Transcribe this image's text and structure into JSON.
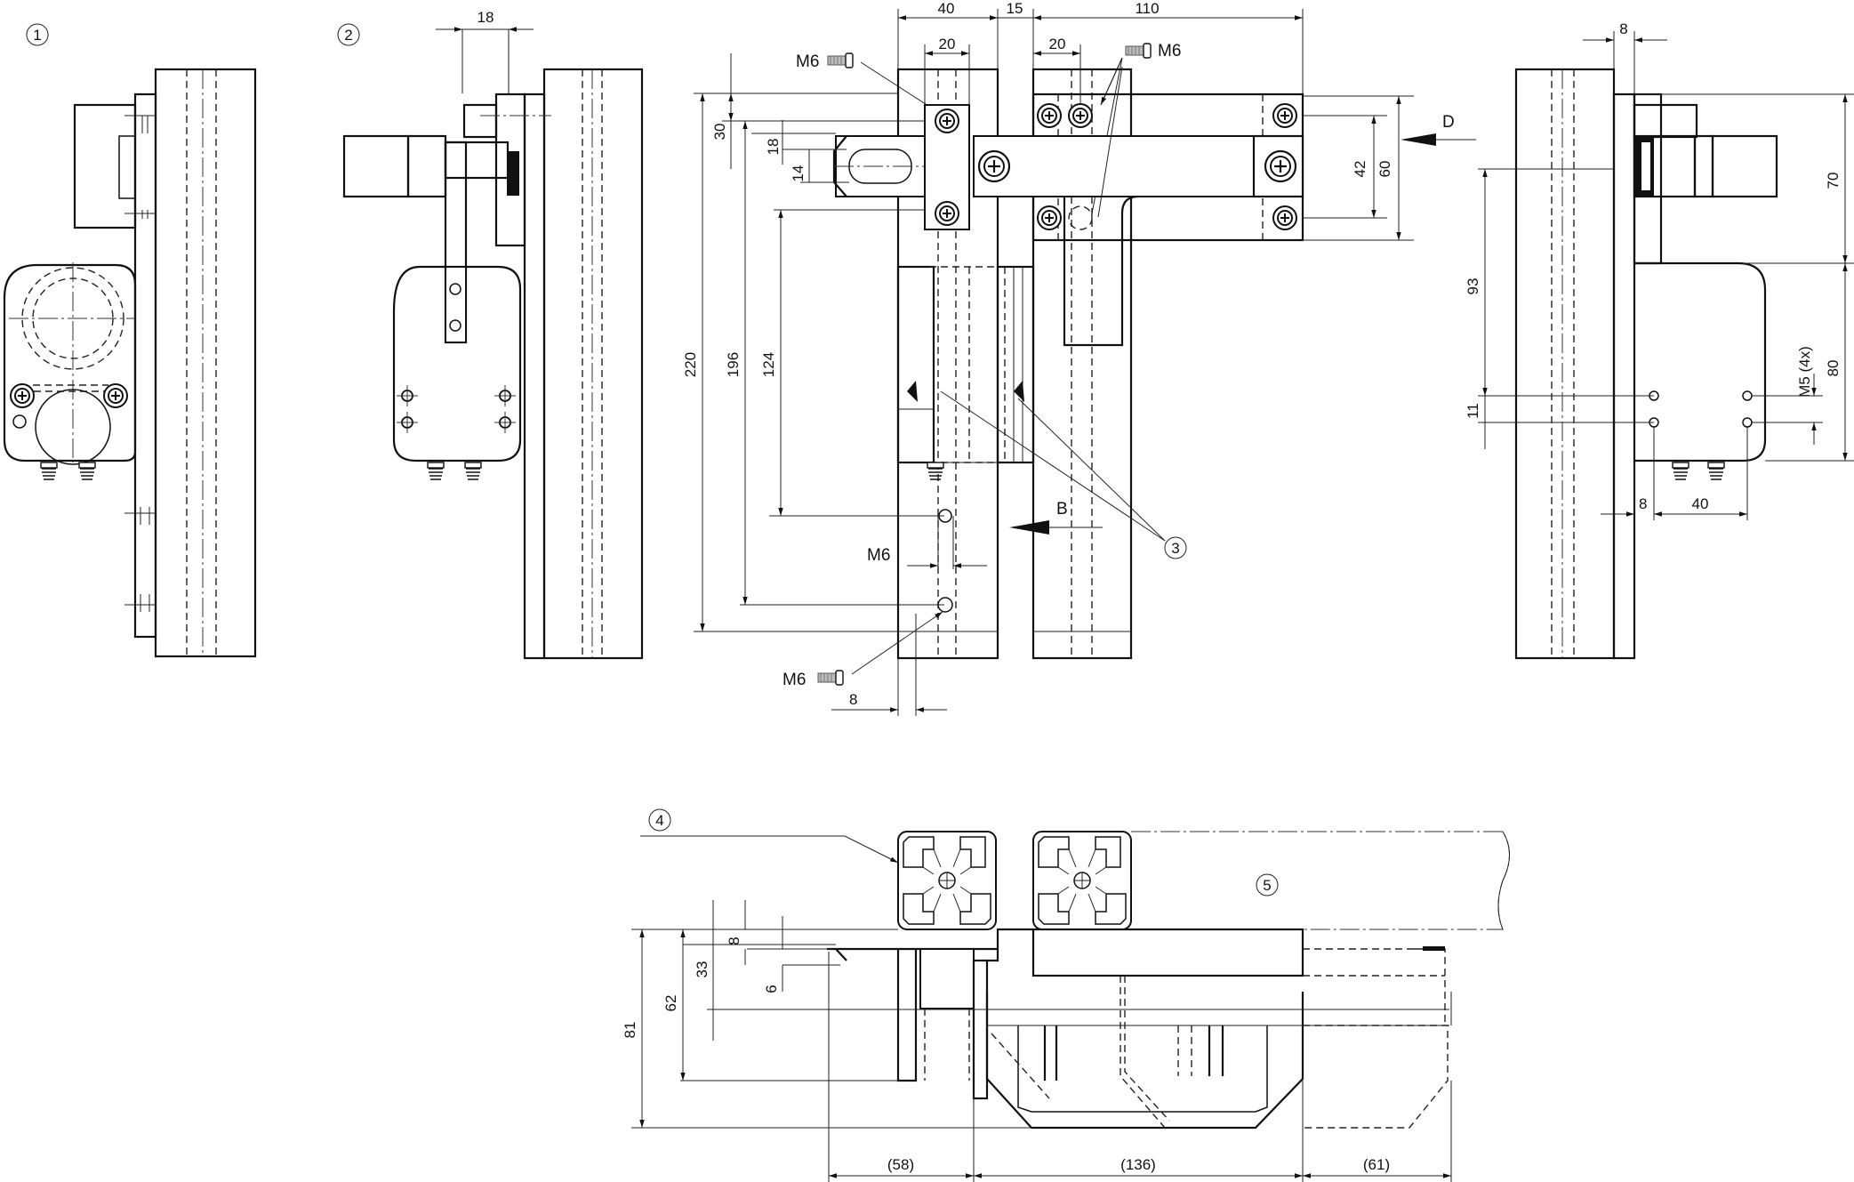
{
  "views": {
    "view1": {
      "callout": "1"
    },
    "view2": {
      "callout": "2",
      "dim_top": "18"
    },
    "view_main": {
      "dims_top": [
        "40",
        "15",
        "110"
      ],
      "dims_top_inner": [
        "20",
        "20"
      ],
      "dims_left": [
        "30",
        "18",
        "14",
        "220",
        "196",
        "124"
      ],
      "dims_right": [
        "42",
        "60"
      ],
      "dim_bottom": "8",
      "thread_labels": [
        "M6",
        "M6",
        "M6",
        "M6"
      ],
      "arrow_b": "B",
      "arrow_d": "D",
      "callout": "3"
    },
    "view_right": {
      "dim_top": "8",
      "dims_left": [
        "93",
        "11"
      ],
      "dims_right": [
        "70",
        "80"
      ],
      "thread_note": "M5 (4x)",
      "dims_bottom": [
        "8",
        "40"
      ]
    },
    "view_bottom": {
      "callouts": [
        "4",
        "5"
      ],
      "dims_left": [
        "81",
        "62",
        "33",
        "8",
        "6"
      ],
      "dims_bottom": [
        "(58)",
        "(136)",
        "(61)"
      ]
    }
  }
}
